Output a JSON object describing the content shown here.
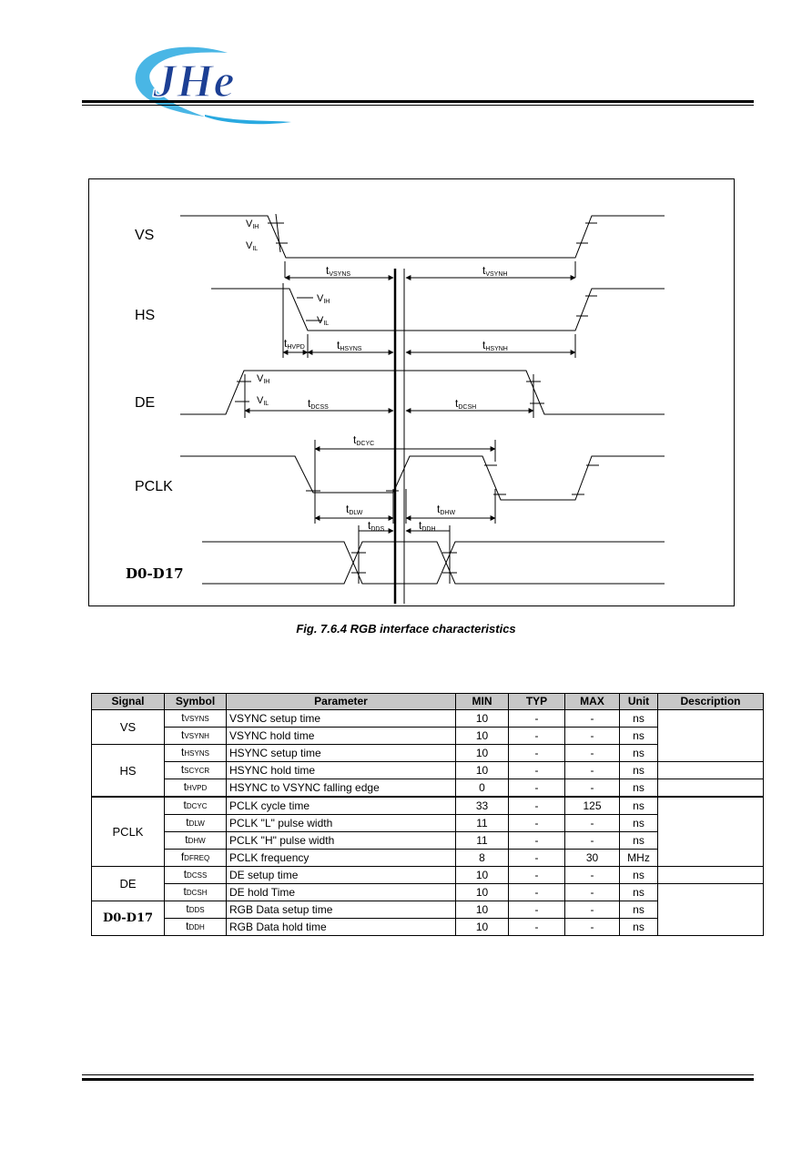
{
  "header": {
    "logo_text": "JHe"
  },
  "figure": {
    "signals": [
      "VS",
      "HS",
      "DE",
      "PCLK",
      "D0-D17"
    ],
    "vih": "V",
    "vih_sub": "IH",
    "vil": "V",
    "vil_sub": "IL",
    "t": "t",
    "labels": {
      "vsyns": "VSYNS",
      "vsynh": "VSYNH",
      "hvpd": "HVPD",
      "hsyns": "HSYNS",
      "hsynh": "HSYNH",
      "dcss": "DCSS",
      "dcsh": "DCSH",
      "dcyc": "DCYC",
      "dlw": "DLW",
      "dhw": "DHW",
      "dds": "DDS",
      "ddh": "DDH"
    }
  },
  "caption": "Fig. 7.6.4 RGB interface characteristics",
  "table": {
    "headers": [
      "Signal",
      "Symbol",
      "Parameter",
      "MIN",
      "TYP",
      "MAX",
      "Unit",
      "Description"
    ],
    "rows": [
      {
        "signal": "VS",
        "t": "t",
        "sub": "VSYNS",
        "param": "VSYNC setup time",
        "min": "10",
        "typ": "-",
        "max": "-",
        "unit": "ns"
      },
      {
        "t": "t",
        "sub": "VSYNH",
        "param": "VSYNC hold time",
        "min": "10",
        "typ": "-",
        "max": "-",
        "unit": "ns"
      },
      {
        "signal": "HS",
        "t": "t",
        "sub": "HSYNS",
        "param": "HSYNC setup time",
        "min": "10",
        "typ": "-",
        "max": "-",
        "unit": "ns"
      },
      {
        "t": "t",
        "sub": "SCYCR",
        "param": "HSYNC hold time",
        "min": "10",
        "typ": "-",
        "max": "-",
        "unit": "ns"
      },
      {
        "t": "t",
        "sub": "HVPD",
        "param": "HSYNC to VSYNC falling edge",
        "min": "0",
        "typ": "-",
        "max": "-",
        "unit": "ns"
      },
      {
        "signal": "PCLK",
        "t": "t",
        "sub": "DCYC",
        "param": "PCLK cycle time",
        "min": "33",
        "typ": "-",
        "max": "125",
        "unit": "ns"
      },
      {
        "t": "t",
        "sub": "DLW",
        "param": "PCLK \"L\" pulse width",
        "min": "11",
        "typ": "-",
        "max": "-",
        "unit": "ns"
      },
      {
        "t": "t",
        "sub": "DHW",
        "param": "PCLK \"H\" pulse width",
        "min": "11",
        "typ": "-",
        "max": "-",
        "unit": "ns"
      },
      {
        "t": "f",
        "sub": "DFREQ",
        "param": "PCLK frequency",
        "min": "8",
        "typ": "-",
        "max": "30",
        "unit": "MHz"
      },
      {
        "signal": "DE",
        "t": "t",
        "sub": "DCSS",
        "param": "DE setup time",
        "min": "10",
        "typ": "-",
        "max": "-",
        "unit": "ns"
      },
      {
        "t": "t",
        "sub": "DCSH",
        "param": "DE hold Time",
        "min": "10",
        "typ": "-",
        "max": "-",
        "unit": "ns"
      },
      {
        "signal": "D0-D17",
        "t": "t",
        "sub": "DDS",
        "param": "RGB Data setup time",
        "min": "10",
        "typ": "-",
        "max": "-",
        "unit": "ns"
      },
      {
        "t": "t",
        "sub": "DDH",
        "param": "RGB Data hold time",
        "min": "10",
        "typ": "-",
        "max": "-",
        "unit": "ns"
      }
    ]
  },
  "colors": {
    "logo_cyan": "#29a9e0",
    "logo_blue": "#1c3f94",
    "header_fill": "#c8c8c8"
  }
}
